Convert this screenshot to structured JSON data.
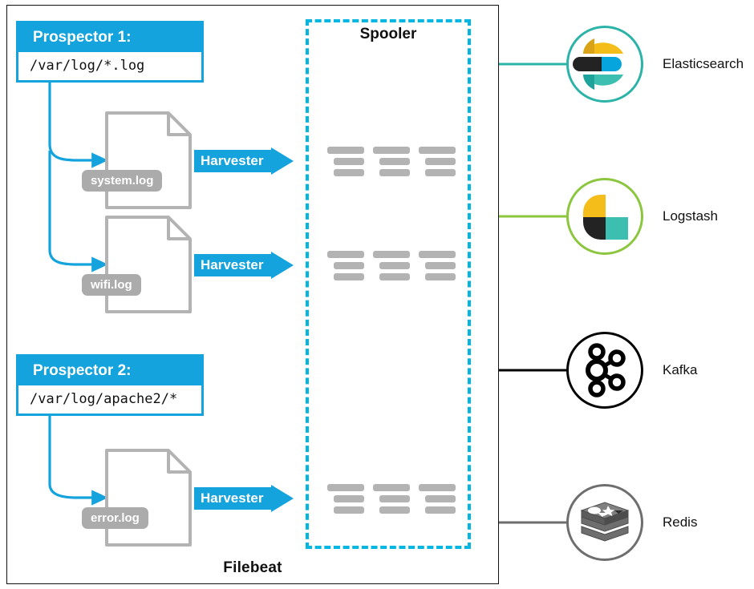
{
  "diagram": {
    "container_label": "Filebeat",
    "spooler_label": "Spooler",
    "harvester_label": "Harvester"
  },
  "prospectors": [
    {
      "title": "Prospector 1:",
      "path": "/var/log/*.log"
    },
    {
      "title": "Prospector 2:",
      "path": "/var/log/apache2/*"
    }
  ],
  "log_files": [
    {
      "name": "system.log"
    },
    {
      "name": "wifi.log"
    },
    {
      "name": "error.log"
    }
  ],
  "harvesters": [
    {
      "label": "Harvester"
    },
    {
      "label": "Harvester"
    },
    {
      "label": "Harvester"
    }
  ],
  "outputs": [
    {
      "label": "Elasticsearch",
      "icon": "elasticsearch-logo",
      "ring_color": "#2bb3a8",
      "line_color": "#2bb3a8"
    },
    {
      "label": "Logstash",
      "icon": "logstash-logo",
      "ring_color": "#8cc63f",
      "line_color": "#8cc63f"
    },
    {
      "label": "Kafka",
      "icon": "kafka-logo",
      "ring_color": "#000000",
      "line_color": "#000000"
    },
    {
      "label": "Redis",
      "icon": "redis-logo",
      "ring_color": "#6e6e6e",
      "line_color": "#6e6e6e"
    }
  ],
  "colors": {
    "accent_cyan": "#14a3dc",
    "spooler_dashed": "#00b7e3",
    "file_outline": "#b3b3b3",
    "tag_gray": "#ababab",
    "record_bar": "#b3b3b3",
    "border_black": "#111111",
    "elastic_yellow": "#f4bd19",
    "elastic_blue": "#07a5de",
    "elastic_dark": "#232323",
    "elastic_teal": "#3cbeb1"
  },
  "spooler_records": [
    {
      "groups": 3,
      "bars_per_group": 3
    },
    {
      "groups": 3,
      "bars_per_group": 3
    },
    {
      "groups": 3,
      "bars_per_group": 3
    }
  ]
}
